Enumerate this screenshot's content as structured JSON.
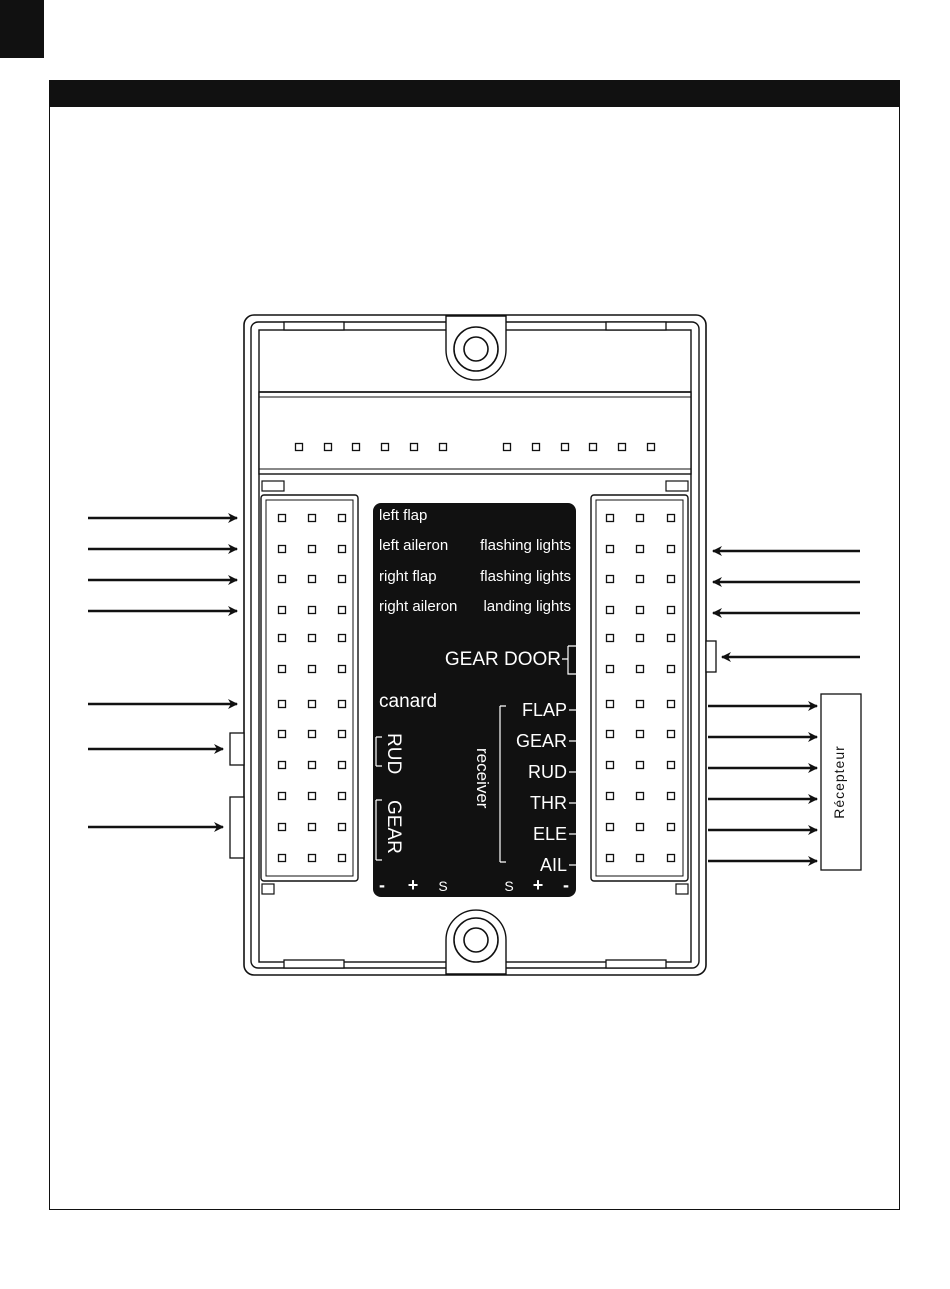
{
  "panel": {
    "labels_left": [
      "left flap",
      "left aileron",
      "right flap",
      "right aileron"
    ],
    "labels_right": [
      "flashing lights",
      "flashing lights",
      "landing lights"
    ],
    "gear_door": "GEAR DOOR",
    "canard": "canard",
    "rud_vertical": "RUD",
    "gear_vertical": "GEAR",
    "receiver_vertical": "receiver",
    "receiver_channels": [
      "FLAP",
      "GEAR",
      "RUD",
      "THR",
      "ELE",
      "AIL"
    ],
    "polarity_left": [
      "-",
      "+",
      "S"
    ],
    "polarity_right": [
      "S",
      "+",
      "-"
    ]
  },
  "receiver_box": {
    "label": "Récepteur"
  },
  "colors": {
    "ink": "#111111",
    "panel": "#111111",
    "paper": "#ffffff"
  }
}
